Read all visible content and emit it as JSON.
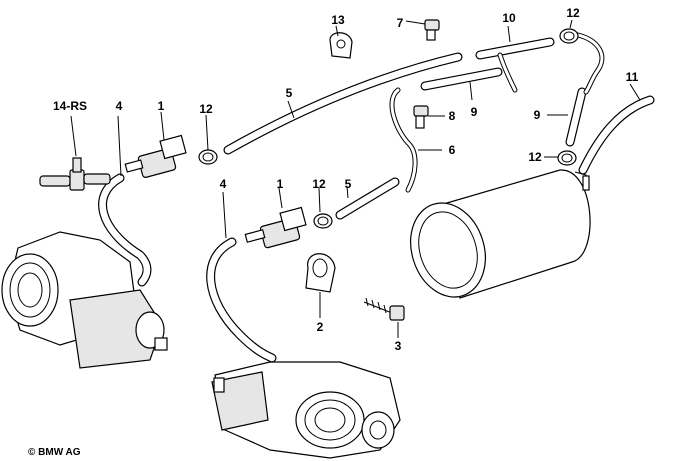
{
  "diagram": {
    "callouts": [
      {
        "id": "c13",
        "label": "13"
      },
      {
        "id": "c7",
        "label": "7"
      },
      {
        "id": "c10",
        "label": "10"
      },
      {
        "id": "c12a",
        "label": "12"
      },
      {
        "id": "c11",
        "label": "11"
      },
      {
        "id": "c14",
        "label": "14-RS"
      },
      {
        "id": "c4a",
        "label": "4"
      },
      {
        "id": "c1a",
        "label": "1"
      },
      {
        "id": "c12b",
        "label": "12"
      },
      {
        "id": "c5a",
        "label": "5"
      },
      {
        "id": "c8",
        "label": "8"
      },
      {
        "id": "c9a",
        "label": "9"
      },
      {
        "id": "c9b",
        "label": "9"
      },
      {
        "id": "c6",
        "label": "6"
      },
      {
        "id": "c12c",
        "label": "12"
      },
      {
        "id": "c4b",
        "label": "4"
      },
      {
        "id": "c1b",
        "label": "1"
      },
      {
        "id": "c12d",
        "label": "12"
      },
      {
        "id": "c5b",
        "label": "5"
      },
      {
        "id": "c2",
        "label": "2"
      },
      {
        "id": "c3",
        "label": "3"
      }
    ],
    "copyright": "© BMW AG"
  }
}
